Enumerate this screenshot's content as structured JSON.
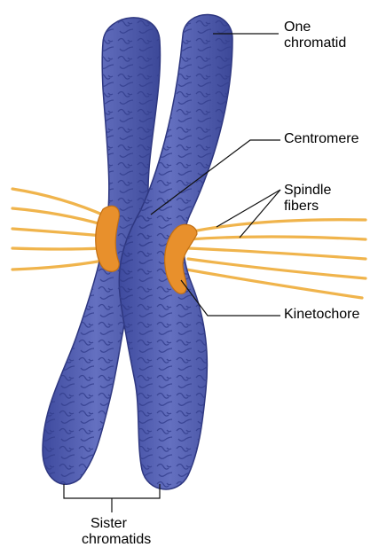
{
  "labels": {
    "one_chromatid": [
      "One",
      "chromatid"
    ],
    "centromere": "Centromere",
    "spindle_fibers": [
      "Spindle",
      "fibers"
    ],
    "kinetochore": "Kinetochore",
    "sister_chromatids": [
      "Sister",
      "chromatids"
    ]
  },
  "colors": {
    "chromatid_fill": "#5460b4",
    "chromatid_texture": "#343f8e",
    "kinetochore": "#e8902c",
    "fiber": "#f0b44c",
    "leader": "#111111"
  }
}
